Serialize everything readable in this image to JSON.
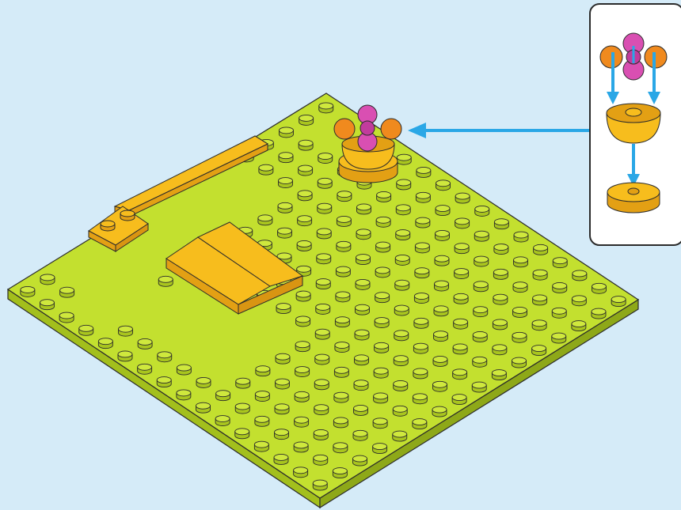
{
  "colors": {
    "background": "#d5ebf8",
    "baseplate_top": "#c3e02f",
    "baseplate_left": "#a3bf1c",
    "baseplate_right": "#8ea818",
    "stud_side": "#a9c51e",
    "stud_top": "#cfe83d",
    "tile_yellow": "#f7bd1d",
    "tile_yellow_dark": "#e3a014",
    "flower_magenta": "#d94fb2",
    "flower_orange": "#f08a1e",
    "arrow_blue": "#2aa7e6",
    "outline": "#2b2b2b",
    "callout_fill": "#ffffff"
  },
  "scene": {
    "baseplate": {
      "studs_per_side": 16
    },
    "callout": {
      "steps": [
        "flower-plates",
        "dome-brick",
        "round-tile-base"
      ]
    }
  }
}
